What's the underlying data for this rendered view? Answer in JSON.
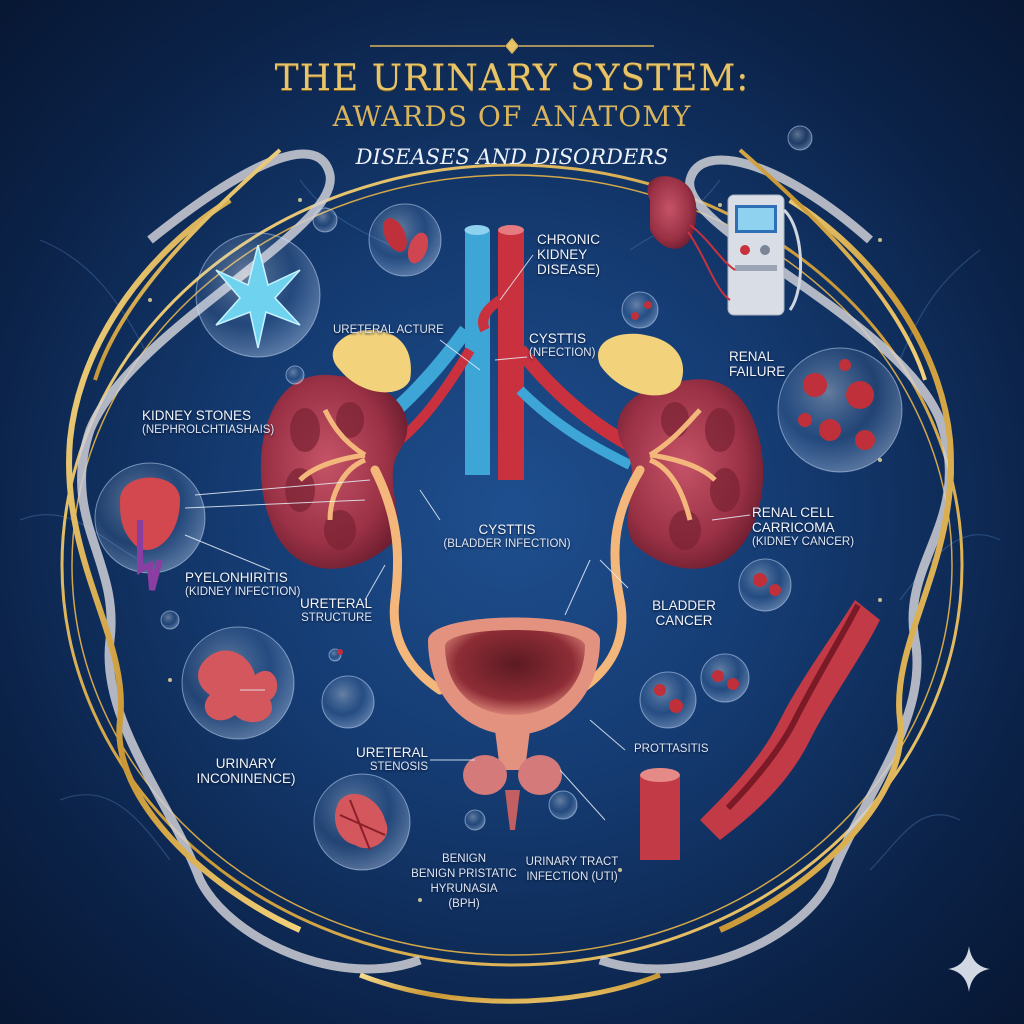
{
  "title": {
    "line1": "THE URINARY SYSTEM:",
    "line2": "AWARDS OF ANATOMY",
    "line3": "DISEASES AND DISORDERS"
  },
  "labels": {
    "chronic_kidney_disease": [
      "CHRONIC",
      "KIDNEY",
      "DISEASE)"
    ],
    "ureteral_fracture": "URETERAL ACTURE",
    "cystitis_top": [
      "CYSTTIS",
      "(NFECTION)"
    ],
    "renal_failure": [
      "RENAL",
      "FAILURE"
    ],
    "kidney_stones": [
      "KIDNEY STONES",
      "(NEPHROLCHTIASHAIS)"
    ],
    "cystitis_center": [
      "CYSTTIS",
      "(BLADDER INFECTION)"
    ],
    "renal_cell_carcinoma": [
      "RENAL CELL",
      "CARRICOMA",
      "(KIDNEY CANCER)"
    ],
    "pyelonephritis": [
      "PYELONHIRITIS",
      "(KIDNEY INFECTION)"
    ],
    "ureteral_structure": [
      "URETERAL",
      "STRUCTURE"
    ],
    "bladder_cancer": [
      "BLADDER",
      "CANCER"
    ],
    "ureteral_stenosis": [
      "URETERAL",
      "STENOSIS"
    ],
    "prostatitis": "PROTTASITIS",
    "urinary_incontinence": [
      "URINARY",
      "INCONINENCE)"
    ],
    "bph": [
      "BENIGN",
      "BENIGN PRISTATIC",
      "HYRUNASIA",
      "(BPH)"
    ],
    "uti": [
      "URINARY TRACT",
      "INFECTION (UTI)"
    ]
  },
  "icons": [
    "kidney-stone-crystal-icon",
    "dialysis-machine-icon",
    "blood-cell-sphere-icon",
    "blood-vessel-icon",
    "sparkle-icon"
  ],
  "colors": {
    "background": "#143a70",
    "gold": "#e7c46a",
    "ribbon_silver": "#cfcfd6",
    "kidney": "#a5374a",
    "adrenal": "#f2d27a",
    "ureter": "#f3b77c",
    "vein": "#3ea6d6",
    "artery": "#c8313d"
  }
}
